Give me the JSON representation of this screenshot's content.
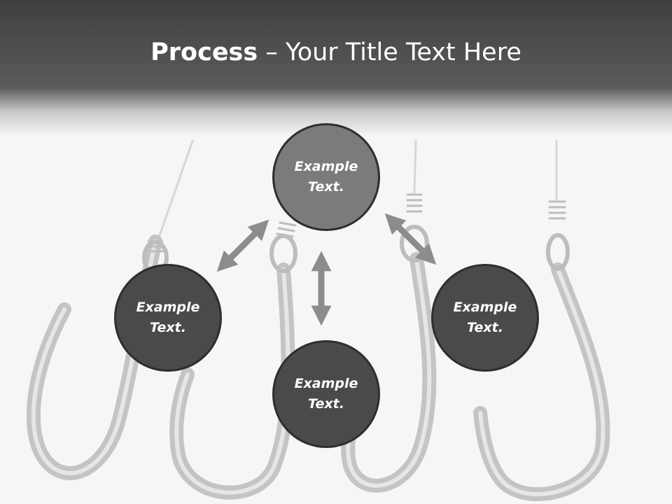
{
  "slide": {
    "title_strong": "Process",
    "title_rest": " – Your Title Text Here"
  },
  "nodes": {
    "top": {
      "label": "Example\nText."
    },
    "left": {
      "label": "Example\nText."
    },
    "right": {
      "label": "Example\nText."
    },
    "bottom": {
      "label": "Example\nText."
    }
  },
  "colors": {
    "header": "#4d4d4d",
    "node_dark": "#4a4a4a",
    "node_light": "#7b7b7b",
    "node_border": "#2e2e2e",
    "arrow": "#8c8c8c",
    "background": "#f6f6f6"
  },
  "icons": {
    "background": "fishing-hooks-illustration",
    "arrows": "double-headed-arrow-icon"
  }
}
